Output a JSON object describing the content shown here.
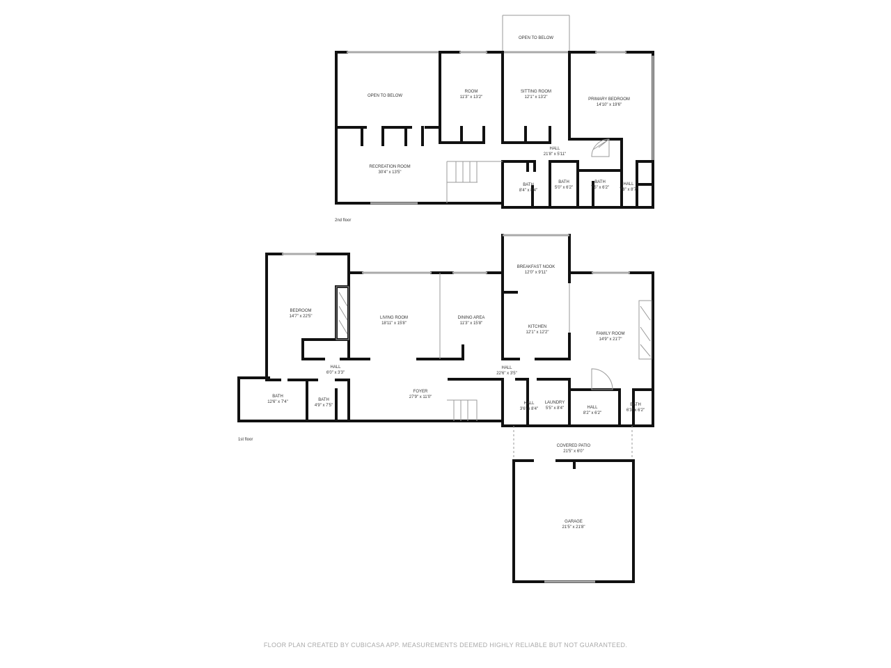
{
  "floors": [
    {
      "label": "2nd floor",
      "rooms": [
        {
          "name": "OPEN TO BELOW",
          "dims": ""
        },
        {
          "name": "OPEN TO BELOW",
          "dims": ""
        },
        {
          "name": "ROOM",
          "dims": "11'3\" x 13'2\""
        },
        {
          "name": "SITTING ROOM",
          "dims": "12'1\" x 13'2\""
        },
        {
          "name": "PRIMARY BEDROOM",
          "dims": "14'10\" x 19'6\""
        },
        {
          "name": "HALL",
          "dims": "21'8\" x 5'11\""
        },
        {
          "name": "RECREATION ROOM",
          "dims": "30'4\" x 13'5\""
        },
        {
          "name": "BATH",
          "dims": "8'4\" x 8'4\""
        },
        {
          "name": "BATH",
          "dims": "5'0\" x 6'2\""
        },
        {
          "name": "BATH",
          "dims": "7'5\" x 6'2\""
        },
        {
          "name": "HALL",
          "dims": "7'8\" x 8'7\""
        }
      ]
    },
    {
      "label": "1st floor",
      "rooms": [
        {
          "name": "BREAKFAST NOOK",
          "dims": "12'0\" x 9'11\""
        },
        {
          "name": "BEDROOM",
          "dims": "14'7\" x 22'5\""
        },
        {
          "name": "LIVING ROOM",
          "dims": "18'11\" x 15'8\""
        },
        {
          "name": "DINING AREA",
          "dims": "11'3\" x 15'8\""
        },
        {
          "name": "KITCHEN",
          "dims": "12'1\" x 12'2\""
        },
        {
          "name": "FAMILY ROOM",
          "dims": "14'9\" x 21'7\""
        },
        {
          "name": "HALL",
          "dims": "6'0\" x 3'3\""
        },
        {
          "name": "HALL",
          "dims": "22'6\" x 3'5\""
        },
        {
          "name": "BATH",
          "dims": "12'6\" x 7'4\""
        },
        {
          "name": "BATH",
          "dims": "4'9\" x 7'5\""
        },
        {
          "name": "FOYER",
          "dims": "27'9\" x 11'0\""
        },
        {
          "name": "HALL",
          "dims": "3'6\" x 8'4\""
        },
        {
          "name": "LAUNDRY",
          "dims": "5'5\" x 8'4\""
        },
        {
          "name": "HALL",
          "dims": "8'2\" x 6'2\""
        },
        {
          "name": "BATH",
          "dims": "6'3\" x 6'2\""
        },
        {
          "name": "COVERED PATIO",
          "dims": "21'5\" x 6'0\""
        },
        {
          "name": "GARAGE",
          "dims": "21'5\" x 21'8\""
        }
      ]
    }
  ],
  "footer": "FLOOR PLAN CREATED BY CUBICASA APP. MEASUREMENTS DEEMED HIGHLY RELIABLE BUT NOT GUARANTEED."
}
